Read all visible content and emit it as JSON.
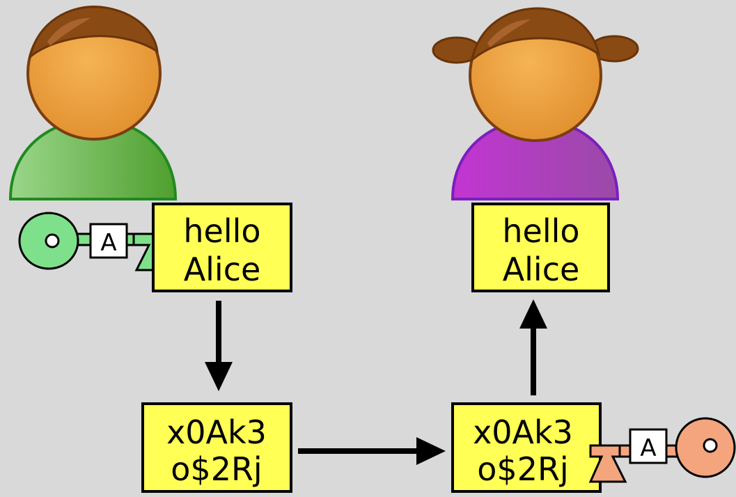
{
  "sender": {
    "role": "sender",
    "plaintext": [
      "hello",
      "Alice"
    ],
    "key_label": "A",
    "key_color": "#7ee08a",
    "body_color": "#67b04a",
    "head_color": "#e9a040"
  },
  "receiver": {
    "role": "receiver",
    "plaintext": [
      "hello",
      "Alice"
    ],
    "key_label": "A",
    "key_color": "#f4a57e",
    "body_color": "#b03bc6",
    "head_color": "#e9a040"
  },
  "ciphertext_sender": [
    "x0Ak3",
    "o$2Rj"
  ],
  "ciphertext_receiver": [
    "x0Ak3",
    "o$2Rj"
  ],
  "colors": {
    "background": "#d9d9d9",
    "box_fill": "#ffff55",
    "arrow": "#000000",
    "hair": "#8a4a14"
  }
}
